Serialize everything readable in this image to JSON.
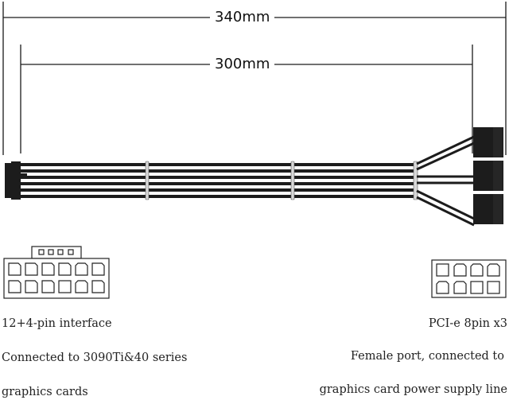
{
  "dimensions": {
    "outer": {
      "label": "340mm"
    },
    "inner": {
      "label": "300mm"
    }
  },
  "left_connector": {
    "name": "12+4-pin",
    "captions": [
      "12+4-pin interface",
      "Connected to 3090Ti&40 series",
      "graphics cards"
    ]
  },
  "right_connector": {
    "name": "PCI-e 8pin",
    "count": 3,
    "captions": [
      "PCI-e 8pin x3",
      "Female port, connected to",
      "graphics card power supply line"
    ]
  },
  "colors": {
    "line": "#1a1a1a",
    "connector": "#1c1c1c",
    "text": "#222222"
  }
}
